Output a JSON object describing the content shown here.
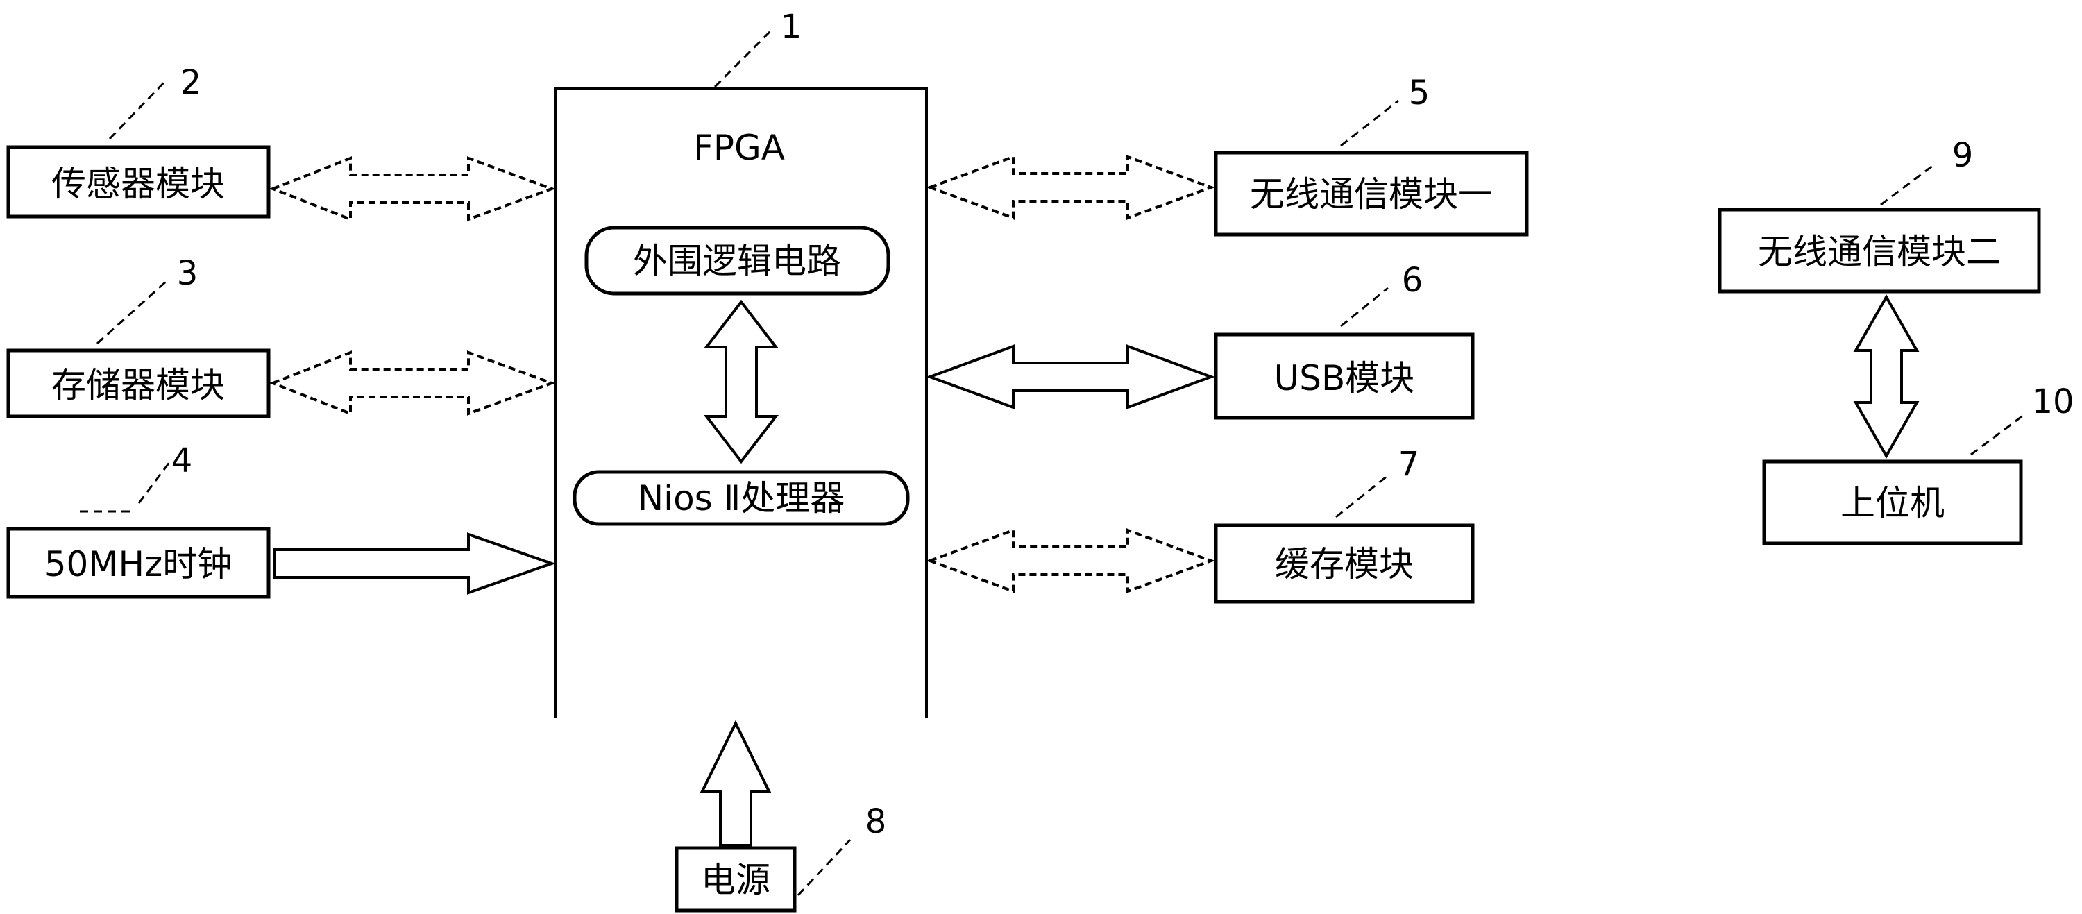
{
  "fpga": {
    "title": "FPGA",
    "number": "1",
    "peripheral_logic": "外围逻辑电路",
    "processor": "Nios Ⅱ处理器"
  },
  "left_modules": [
    {
      "label": "传感器模块",
      "number": "2"
    },
    {
      "label": "存储器模块",
      "number": "3"
    },
    {
      "label": "50MHz时钟",
      "number": "4"
    }
  ],
  "right_modules": [
    {
      "label": "无线通信模块一",
      "number": "5"
    },
    {
      "label": "USB模块",
      "number": "6"
    },
    {
      "label": "缓存模块",
      "number": "7"
    }
  ],
  "power": {
    "label": "电源",
    "number": "8"
  },
  "remote": {
    "wireless2": {
      "label": "无线通信模块二",
      "number": "9"
    },
    "host": {
      "label": "上位机",
      "number": "10"
    }
  }
}
